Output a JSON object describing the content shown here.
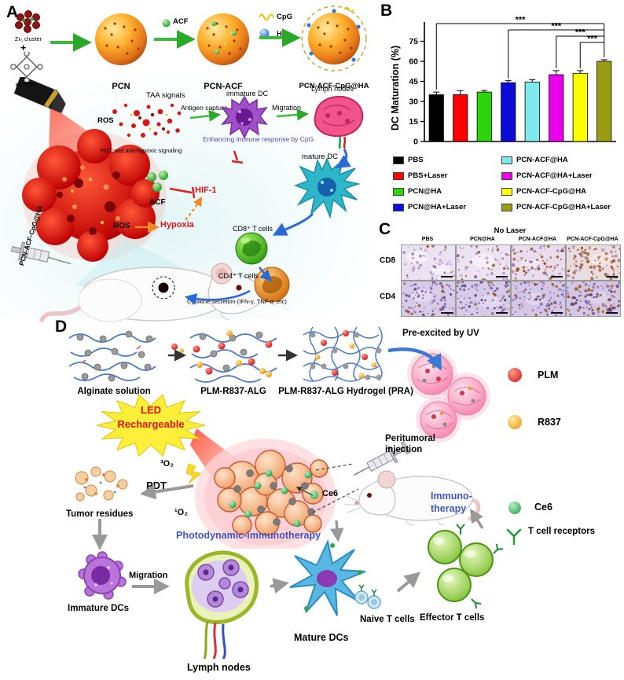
{
  "panels": {
    "a": {
      "label": "A",
      "syn": {
        "zr": "Zr₆ cluster",
        "plus": "+",
        "tcpp": "H₂TCPP",
        "pcn": "PCN",
        "acf": "ACF",
        "pcnacf": "PCN-ACF",
        "cpg": "CpG",
        "ha": "HA",
        "final": "PCN-ACF-CpG@HA"
      },
      "taa": "TAA signals",
      "ros1": "ROS",
      "pdtline": "PDT and anti-hypoxic signaling",
      "antigen": "Antigen capture",
      "immdc": "immature DC",
      "migration": "Migration",
      "lymph": "Lymph nodes",
      "enhance": "Enhancing immune response by CpG",
      "acf2": "ACF",
      "hif": "HIF-1",
      "ros2": "ROS",
      "hypoxia": "Hypoxia",
      "maturedc": "mature DC",
      "cd8": "CD8⁺ T cells",
      "cd4": "CD4⁺ T cells",
      "cytokine": "Cytokine secretion (IFN-γ, TNF-α ,etc)",
      "inject": "PCN-ACF-CpG@HA"
    },
    "b": {
      "label": "B",
      "chart_data": {
        "type": "bar",
        "title": "",
        "ylabel": "DC Maturation (%)",
        "xlabel": "",
        "ylim": [
          0,
          80
        ],
        "yticks": [
          0,
          15,
          30,
          45,
          60,
          75
        ],
        "categories": [
          "PBS",
          "PBS+Laser",
          "PCN@HA",
          "PCN@HA+Laser",
          "PCN-ACF@HA",
          "PCN-ACF@HA+Laser",
          "PCN-ACF-CpG@HA",
          "PCN-ACF-CpG@HA+Laser"
        ],
        "values": [
          35,
          35,
          37,
          44,
          44.5,
          50,
          51,
          60
        ],
        "errors": [
          2,
          3,
          1.2,
          1.5,
          1.8,
          3,
          2,
          1.2
        ],
        "colors": [
          "#000000",
          "#fe0000",
          "#2bd40b",
          "#0c0cd8",
          "#7fe8ec",
          "#ea00ea",
          "#fdfd02",
          "#9c9c14"
        ],
        "legend_position": "below",
        "grid": false,
        "sig_brackets": [
          {
            "from": 0,
            "to": 7,
            "label": "***"
          },
          {
            "from": 3,
            "to": 7,
            "label": "***"
          },
          {
            "from": 5,
            "to": 7,
            "label": "***"
          },
          {
            "from": 6,
            "to": 7,
            "label": "***"
          }
        ]
      }
    },
    "c": {
      "label": "C",
      "header": "No Laser",
      "columns": [
        "PBS",
        "PCN@HA",
        "PCN-ACF@HA",
        "PCN-ACF-CpG@HA"
      ],
      "rows": [
        "CD8",
        "CD4"
      ]
    },
    "d": {
      "label": "D",
      "top": {
        "alginate": "Alginate solution",
        "plm": "PLM-R837-ALG",
        "hydrogel": "PLM-R837-ALG Hydrogel (PRA)",
        "uv": "Pre-excited by UV"
      },
      "mid": {
        "led1": "LED",
        "led2": "Rechargeable",
        "o23": "³O₂",
        "pdt": "PDT",
        "o21": "¹O₂",
        "residues": "Tumor residues",
        "photoimmuno": "Photodynamic-immunotherapy",
        "ce6": "Ce6",
        "peri": "Peritumoral injection",
        "immuno1": "Immuno-",
        "immuno2": "therapy"
      },
      "bottom": {
        "immdc": "Immature DCs",
        "migration": "Migration",
        "lymph": "Lymph nodes",
        "maturedc": "Mature DCs",
        "naive": "Naive T cells",
        "effector": "Effector T cells"
      },
      "legend": [
        {
          "label": "PLM",
          "color": "#cc1212"
        },
        {
          "label": "R837",
          "color": "#e89210"
        },
        {
          "label": "Ce6",
          "color": "#1e9a4a"
        },
        {
          "label": "T cell receptors",
          "color": "#1e9a3a"
        }
      ]
    }
  }
}
